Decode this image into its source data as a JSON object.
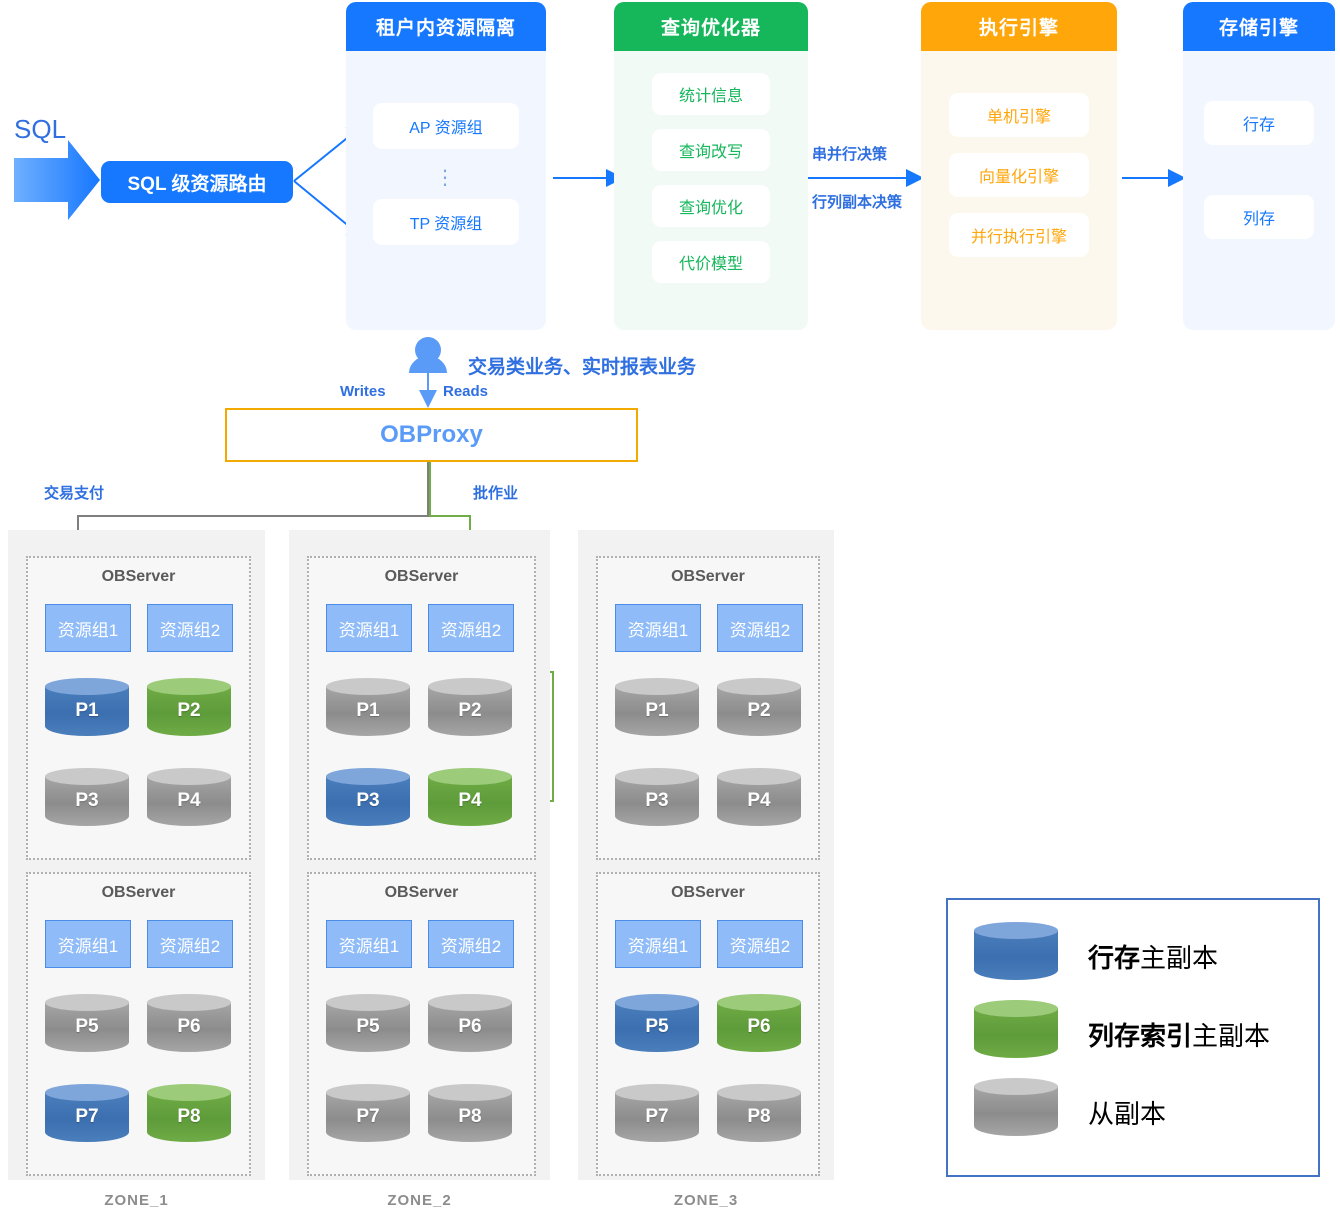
{
  "pipeline": {
    "sql_label": "SQL",
    "router_label": "SQL 级资源路由",
    "cards": [
      {
        "title": "租户内资源隔离",
        "color": "#1677FF",
        "items": [
          "AP 资源组",
          "TP 资源组"
        ],
        "ellipsis": "⋮"
      },
      {
        "title": "查询优化器",
        "color": "#16B75B",
        "items": [
          "统计信息",
          "查询改写",
          "查询优化",
          "代价模型"
        ]
      },
      {
        "title": "执行引擎",
        "color": "#FFA60A",
        "items": [
          "单机引擎",
          "向量化引擎",
          "并行执行引擎"
        ]
      },
      {
        "title": "存储引擎",
        "color": "#1677FF",
        "items": [
          "行存",
          "列存"
        ]
      }
    ],
    "arrow_labels": {
      "above": "串并行决策",
      "below": "行列副本决策"
    }
  },
  "proxy": {
    "user_caption": "交易类业务、实时报表业务",
    "writes_label": "Writes",
    "reads_label": "Reads",
    "title": "OBProxy",
    "flow_left_label": "交易支付",
    "flow_right_label": "批作业"
  },
  "cluster": {
    "observer_label": "OBServer",
    "resource_group_1": "资源组1",
    "resource_group_2": "资源组2",
    "zones": [
      {
        "label": "ZONE_1",
        "servers": [
          {
            "partitions": [
              {
                "name": "P1",
                "kind": "row-primary"
              },
              {
                "name": "P2",
                "kind": "column-primary"
              },
              {
                "name": "P3",
                "kind": "follower"
              },
              {
                "name": "P4",
                "kind": "follower"
              }
            ]
          },
          {
            "partitions": [
              {
                "name": "P5",
                "kind": "follower"
              },
              {
                "name": "P6",
                "kind": "follower"
              },
              {
                "name": "P7",
                "kind": "row-primary"
              },
              {
                "name": "P8",
                "kind": "column-primary"
              }
            ]
          }
        ]
      },
      {
        "label": "ZONE_2",
        "servers": [
          {
            "partitions": [
              {
                "name": "P1",
                "kind": "follower"
              },
              {
                "name": "P2",
                "kind": "follower"
              },
              {
                "name": "P3",
                "kind": "row-primary"
              },
              {
                "name": "P4",
                "kind": "column-primary"
              }
            ]
          },
          {
            "partitions": [
              {
                "name": "P5",
                "kind": "follower"
              },
              {
                "name": "P6",
                "kind": "follower"
              },
              {
                "name": "P7",
                "kind": "follower"
              },
              {
                "name": "P8",
                "kind": "follower"
              }
            ]
          }
        ]
      },
      {
        "label": "ZONE_3",
        "servers": [
          {
            "partitions": [
              {
                "name": "P1",
                "kind": "follower"
              },
              {
                "name": "P2",
                "kind": "follower"
              },
              {
                "name": "P3",
                "kind": "follower"
              },
              {
                "name": "P4",
                "kind": "follower"
              }
            ]
          },
          {
            "partitions": [
              {
                "name": "P5",
                "kind": "row-primary"
              },
              {
                "name": "P6",
                "kind": "column-primary"
              },
              {
                "name": "P7",
                "kind": "follower"
              },
              {
                "name": "P8",
                "kind": "follower"
              }
            ]
          }
        ]
      }
    ]
  },
  "legend": {
    "items": [
      {
        "kind": "row-primary",
        "bold": "行存",
        "rest": "主副本"
      },
      {
        "kind": "column-primary",
        "bold": "列存索引",
        "rest": "主副本"
      },
      {
        "kind": "follower",
        "bold": "",
        "rest": "从副本"
      }
    ]
  },
  "colors": {
    "brand_blue": "#1677FF",
    "green": "#16B75B",
    "orange": "#FFA60A",
    "cyl_blue": "#4A7EBB",
    "cyl_green": "#6FAC46",
    "cyl_gray": "#A6A6A6",
    "proxy_border": "#F2A900",
    "flow_gray": "#7F7F7F",
    "flow_green": "#70AD47"
  }
}
